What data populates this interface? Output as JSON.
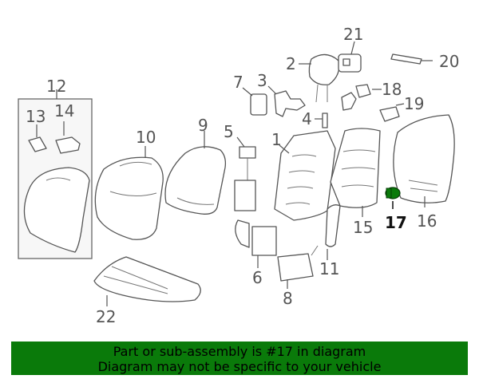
{
  "diagram": {
    "callouts": [
      "1",
      "2",
      "3",
      "4",
      "5",
      "6",
      "7",
      "8",
      "9",
      "10",
      "11",
      "12",
      "13",
      "14",
      "15",
      "16",
      "17",
      "18",
      "19",
      "20",
      "21",
      "22"
    ],
    "highlighted_part": "17",
    "highlight_color": "#0a7a0a"
  },
  "banner": {
    "line1": "Part or sub-assembly is #17 in diagram",
    "line2": "Diagram may not be specific to your vehicle",
    "background": "#0a7a0a"
  }
}
